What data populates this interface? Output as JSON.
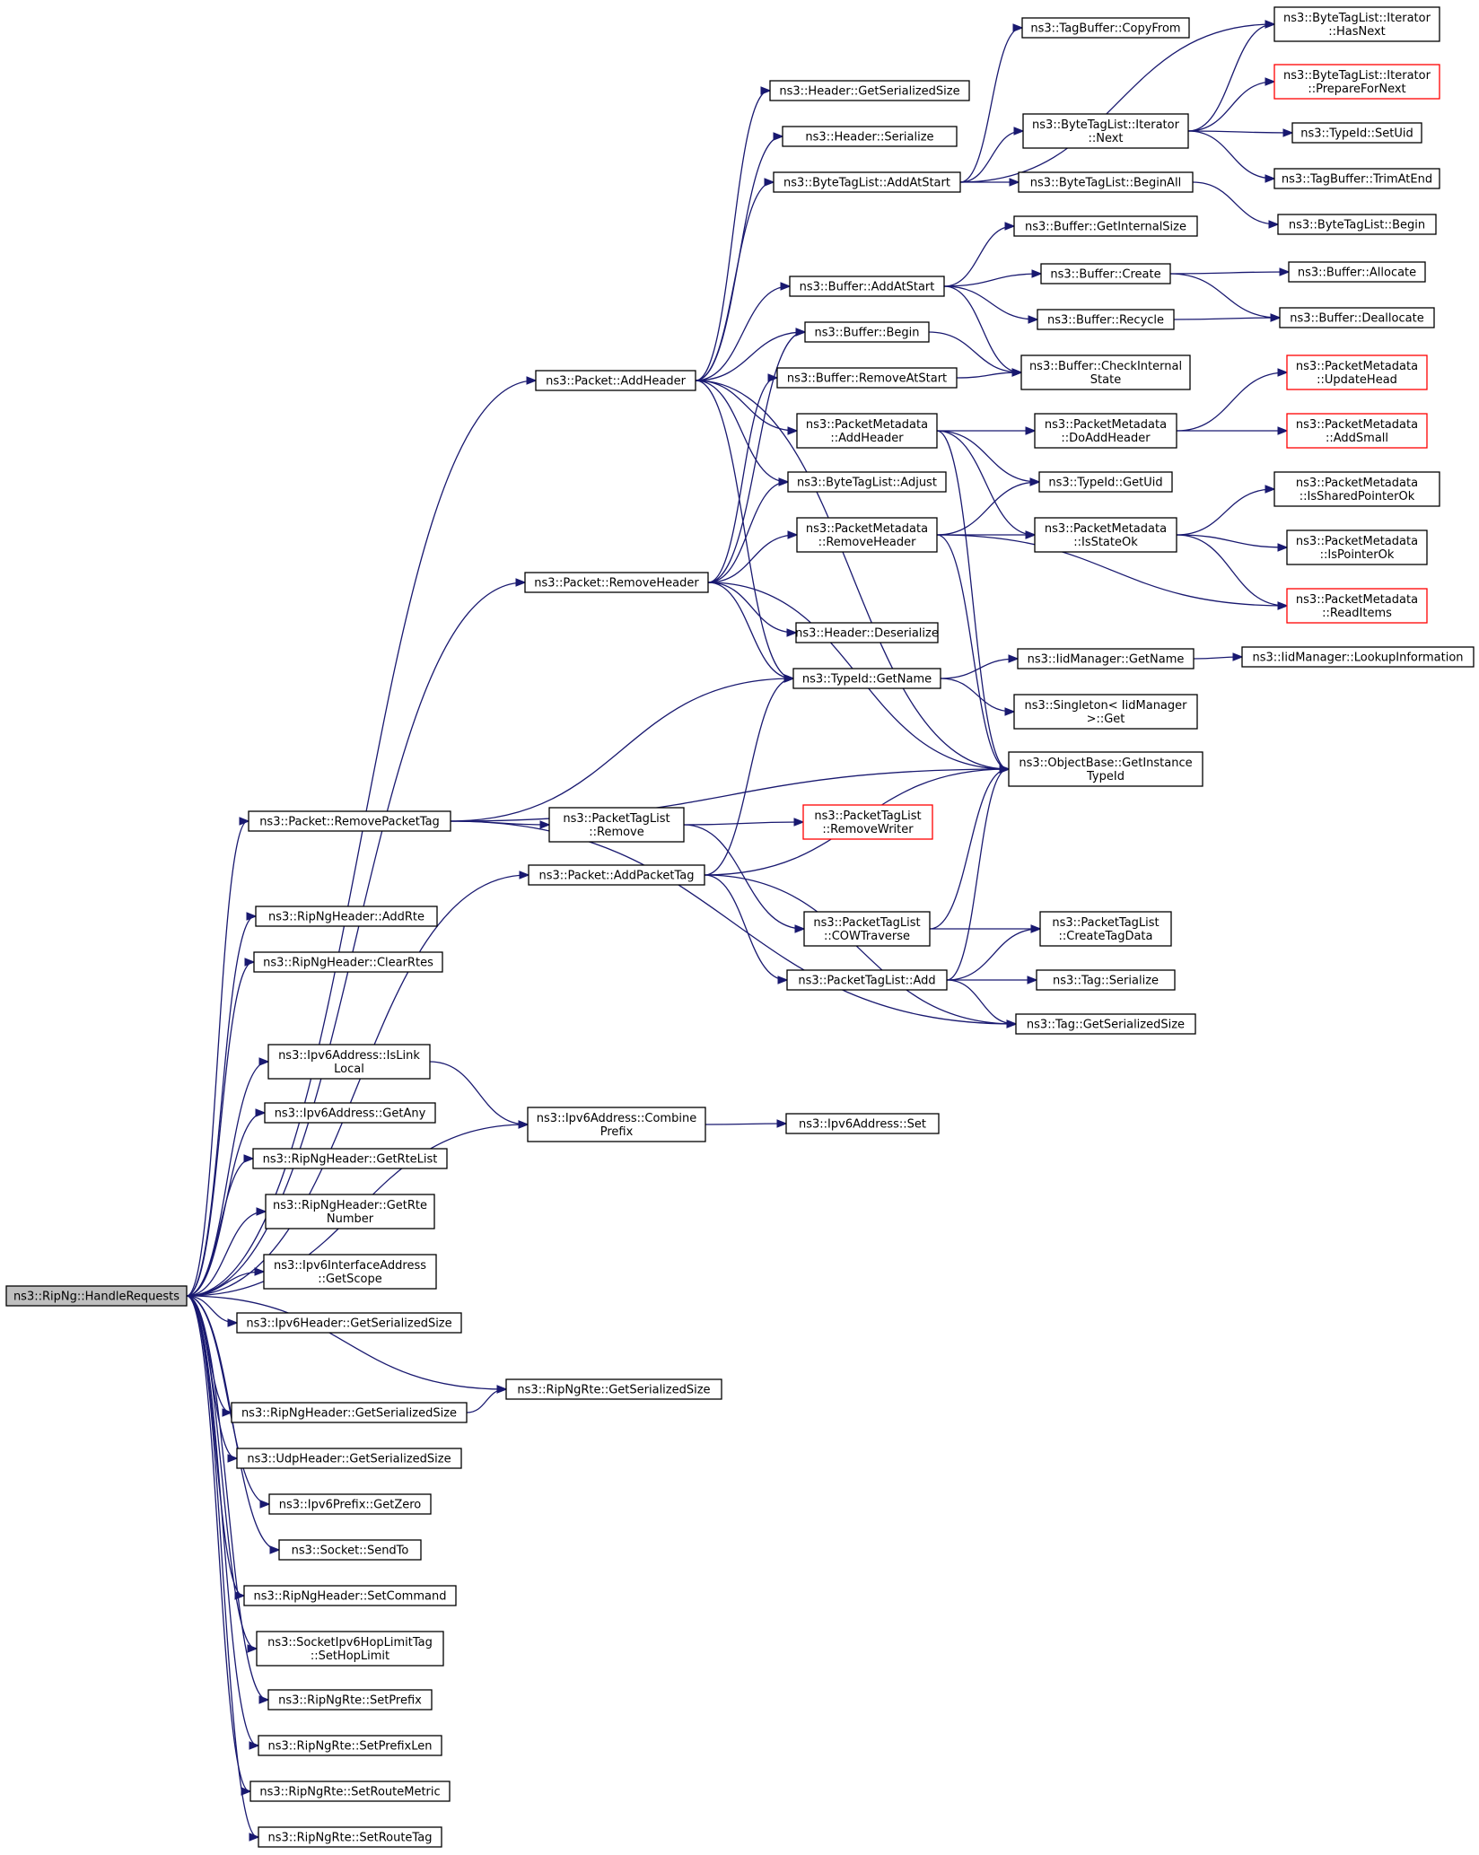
{
  "colors": {
    "edge": "#191970",
    "root_fill": "#bfbfbf",
    "border": "#000000",
    "red_border": "#ff0000"
  },
  "nodes": {
    "handle_requests": {
      "lines": [
        "ns3::RipNg::HandleRequests"
      ]
    },
    "packet_addheader": {
      "lines": [
        "ns3::Packet::AddHeader"
      ]
    },
    "packet_removeheader": {
      "lines": [
        "ns3::Packet::RemoveHeader"
      ]
    },
    "packet_removepackettag": {
      "lines": [
        "ns3::Packet::RemovePacketTag"
      ]
    },
    "packet_addpackettag": {
      "lines": [
        "ns3::Packet::AddPacketTag"
      ]
    },
    "ripngheader_addrte": {
      "lines": [
        "ns3::RipNgHeader::AddRte"
      ]
    },
    "ripngheader_clearrtes": {
      "lines": [
        "ns3::RipNgHeader::ClearRtes"
      ]
    },
    "ipv6address_islinklocal": {
      "lines": [
        "ns3::Ipv6Address::IsLink",
        "Local"
      ]
    },
    "ipv6address_getany": {
      "lines": [
        "ns3::Ipv6Address::GetAny"
      ]
    },
    "ripngheader_getrtelist": {
      "lines": [
        "ns3::RipNgHeader::GetRteList"
      ]
    },
    "ripngheader_getrtenumber": {
      "lines": [
        "ns3::RipNgHeader::GetRte",
        "Number"
      ]
    },
    "ipv6interfaceaddress_getscope": {
      "lines": [
        "ns3::Ipv6InterfaceAddress",
        "::GetScope"
      ]
    },
    "ipv6header_getserializedsize": {
      "lines": [
        "ns3::Ipv6Header::GetSerializedSize"
      ]
    },
    "ripngrte_getserializedsize": {
      "lines": [
        "ns3::RipNgRte::GetSerializedSize"
      ]
    },
    "ripngheader_getserializedsize": {
      "lines": [
        "ns3::RipNgHeader::GetSerializedSize"
      ]
    },
    "udpheader_getserializedsize": {
      "lines": [
        "ns3::UdpHeader::GetSerializedSize"
      ]
    },
    "ipv6prefix_getzero": {
      "lines": [
        "ns3::Ipv6Prefix::GetZero"
      ]
    },
    "socket_sendto": {
      "lines": [
        "ns3::Socket::SendTo"
      ]
    },
    "ripngheader_setcommand": {
      "lines": [
        "ns3::RipNgHeader::SetCommand"
      ]
    },
    "socketipv6hoplimittag_sethoplimit": {
      "lines": [
        "ns3::SocketIpv6HopLimitTag",
        "::SetHopLimit"
      ]
    },
    "ripngrte_setprefix": {
      "lines": [
        "ns3::RipNgRte::SetPrefix"
      ]
    },
    "ripngrte_setprefixlen": {
      "lines": [
        "ns3::RipNgRte::SetPrefixLen"
      ]
    },
    "ripngrte_setroutemetric": {
      "lines": [
        "ns3::RipNgRte::SetRouteMetric"
      ]
    },
    "ripngrte_setroutetag": {
      "lines": [
        "ns3::RipNgRte::SetRouteTag"
      ]
    },
    "ipv6address_combineprefix": {
      "lines": [
        "ns3::Ipv6Address::Combine",
        "Prefix"
      ]
    },
    "ipv6address_set": {
      "lines": [
        "ns3::Ipv6Address::Set"
      ]
    },
    "header_getserializedsize": {
      "lines": [
        "ns3::Header::GetSerializedSize"
      ]
    },
    "header_serialize": {
      "lines": [
        "ns3::Header::Serialize"
      ]
    },
    "bytetaglist_addatstart": {
      "lines": [
        "ns3::ByteTagList::AddAtStart"
      ]
    },
    "buffer_addatstart": {
      "lines": [
        "ns3::Buffer::AddAtStart"
      ]
    },
    "buffer_begin": {
      "lines": [
        "ns3::Buffer::Begin"
      ]
    },
    "buffer_removeatstart": {
      "lines": [
        "ns3::Buffer::RemoveAtStart"
      ]
    },
    "packetmetadata_addheader": {
      "lines": [
        "ns3::PacketMetadata",
        "::AddHeader"
      ]
    },
    "bytetaglist_adjust": {
      "lines": [
        "ns3::ByteTagList::Adjust"
      ]
    },
    "packetmetadata_removeheader": {
      "lines": [
        "ns3::PacketMetadata",
        "::RemoveHeader"
      ]
    },
    "header_deserialize": {
      "lines": [
        "ns3::Header::Deserialize"
      ]
    },
    "typeid_getname": {
      "lines": [
        "ns3::TypeId::GetName"
      ]
    },
    "packettaglist_remove": {
      "lines": [
        "ns3::PacketTagList",
        "::Remove"
      ]
    },
    "packettaglist_cowtraverse": {
      "lines": [
        "ns3::PacketTagList",
        "::COWTraverse"
      ]
    },
    "packettaglist_add": {
      "lines": [
        "ns3::PacketTagList::Add"
      ]
    },
    "tagbuffer_copyfrom": {
      "lines": [
        "ns3::TagBuffer::CopyFrom"
      ]
    },
    "bytetaglist_iterator_next": {
      "lines": [
        "ns3::ByteTagList::Iterator",
        "::Next"
      ]
    },
    "bytetaglist_beginall": {
      "lines": [
        "ns3::ByteTagList::BeginAll"
      ]
    },
    "buffer_getinternalsize": {
      "lines": [
        "ns3::Buffer::GetInternalSize"
      ]
    },
    "buffer_create": {
      "lines": [
        "ns3::Buffer::Create"
      ]
    },
    "buffer_recycle": {
      "lines": [
        "ns3::Buffer::Recycle"
      ]
    },
    "buffer_checkinternalstate": {
      "lines": [
        "ns3::Buffer::CheckInternal",
        "State"
      ]
    },
    "packetmetadata_doaddheader": {
      "lines": [
        "ns3::PacketMetadata",
        "::DoAddHeader"
      ]
    },
    "typeid_getuid": {
      "lines": [
        "ns3::TypeId::GetUid"
      ]
    },
    "packetmetadata_isstateok": {
      "lines": [
        "ns3::PacketMetadata",
        "::IsStateOk"
      ]
    },
    "iidmanager_getname": {
      "lines": [
        "ns3::IidManager::GetName"
      ]
    },
    "singleton_get": {
      "lines": [
        "ns3::Singleton< IidManager",
        " >::Get"
      ]
    },
    "objectbase_getinstancetypeid": {
      "lines": [
        "ns3::ObjectBase::GetInstance",
        "TypeId"
      ]
    },
    "packettaglist_removewriter": {
      "lines": [
        "ns3::PacketTagList",
        "::RemoveWriter"
      ]
    },
    "packettaglist_createtagdata": {
      "lines": [
        "ns3::PacketTagList",
        "::CreateTagData"
      ]
    },
    "tag_serialize": {
      "lines": [
        "ns3::Tag::Serialize"
      ]
    },
    "tag_getserializedsize": {
      "lines": [
        "ns3::Tag::GetSerializedSize"
      ]
    },
    "bytetaglist_iterator_hasnext": {
      "lines": [
        "ns3::ByteTagList::Iterator",
        "::HasNext"
      ]
    },
    "bytetaglist_iterator_preparefornext": {
      "lines": [
        "ns3::ByteTagList::Iterator",
        "::PrepareForNext"
      ]
    },
    "typeid_setuid": {
      "lines": [
        "ns3::TypeId::SetUid"
      ]
    },
    "tagbuffer_trimatend": {
      "lines": [
        "ns3::TagBuffer::TrimAtEnd"
      ]
    },
    "bytetaglist_begin": {
      "lines": [
        "ns3::ByteTagList::Begin"
      ]
    },
    "buffer_allocate": {
      "lines": [
        "ns3::Buffer::Allocate"
      ]
    },
    "buffer_deallocate": {
      "lines": [
        "ns3::Buffer::Deallocate"
      ]
    },
    "packetmetadata_updatehead": {
      "lines": [
        "ns3::PacketMetadata",
        "::UpdateHead"
      ]
    },
    "packetmetadata_addsmall": {
      "lines": [
        "ns3::PacketMetadata",
        "::AddSmall"
      ]
    },
    "packetmetadata_issharedpointerok": {
      "lines": [
        "ns3::PacketMetadata",
        "::IsSharedPointerOk"
      ]
    },
    "packetmetadata_ispointerok": {
      "lines": [
        "ns3::PacketMetadata",
        "::IsPointerOk"
      ]
    },
    "packetmetadata_readitems": {
      "lines": [
        "ns3::PacketMetadata",
        "::ReadItems"
      ]
    },
    "iidmanager_lookupinformation": {
      "lines": [
        "ns3::IidManager::LookupInformation"
      ]
    }
  },
  "edges": [
    [
      "handle_requests",
      "packet_addheader"
    ],
    [
      "handle_requests",
      "packet_removeheader"
    ],
    [
      "handle_requests",
      "packet_removepackettag"
    ],
    [
      "handle_requests",
      "packet_addpackettag"
    ],
    [
      "handle_requests",
      "ripngheader_addrte"
    ],
    [
      "handle_requests",
      "ripngheader_clearrtes"
    ],
    [
      "handle_requests",
      "ipv6address_islinklocal"
    ],
    [
      "handle_requests",
      "ipv6address_getany"
    ],
    [
      "handle_requests",
      "ripngheader_getrtelist"
    ],
    [
      "handle_requests",
      "ripngheader_getrtenumber"
    ],
    [
      "handle_requests",
      "ipv6interfaceaddress_getscope"
    ],
    [
      "handle_requests",
      "ipv6header_getserializedsize"
    ],
    [
      "handle_requests",
      "ripngrte_getserializedsize"
    ],
    [
      "handle_requests",
      "ripngheader_getserializedsize"
    ],
    [
      "handle_requests",
      "udpheader_getserializedsize"
    ],
    [
      "handle_requests",
      "ipv6prefix_getzero"
    ],
    [
      "handle_requests",
      "socket_sendto"
    ],
    [
      "handle_requests",
      "ripngheader_setcommand"
    ],
    [
      "handle_requests",
      "socketipv6hoplimittag_sethoplimit"
    ],
    [
      "handle_requests",
      "ripngrte_setprefix"
    ],
    [
      "handle_requests",
      "ripngrte_setprefixlen"
    ],
    [
      "handle_requests",
      "ripngrte_setroutemetric"
    ],
    [
      "handle_requests",
      "ripngrte_setroutetag"
    ],
    [
      "handle_requests",
      "ipv6address_combineprefix"
    ],
    [
      "packet_addheader",
      "header_getserializedsize"
    ],
    [
      "packet_addheader",
      "header_serialize"
    ],
    [
      "packet_addheader",
      "bytetaglist_addatstart"
    ],
    [
      "packet_addheader",
      "buffer_addatstart"
    ],
    [
      "packet_addheader",
      "buffer_begin"
    ],
    [
      "packet_addheader",
      "packetmetadata_addheader"
    ],
    [
      "packet_addheader",
      "bytetaglist_adjust"
    ],
    [
      "packet_addheader",
      "typeid_getname"
    ],
    [
      "packet_addheader",
      "objectbase_getinstancetypeid"
    ],
    [
      "packet_removeheader",
      "buffer_begin"
    ],
    [
      "packet_removeheader",
      "buffer_removeatstart"
    ],
    [
      "packet_removeheader",
      "bytetaglist_adjust"
    ],
    [
      "packet_removeheader",
      "packetmetadata_removeheader"
    ],
    [
      "packet_removeheader",
      "header_deserialize"
    ],
    [
      "packet_removeheader",
      "typeid_getname"
    ],
    [
      "packet_removeheader",
      "objectbase_getinstancetypeid"
    ],
    [
      "packet_removepackettag",
      "typeid_getname"
    ],
    [
      "packet_removepackettag",
      "objectbase_getinstancetypeid"
    ],
    [
      "packet_removepackettag",
      "packettaglist_remove"
    ],
    [
      "packet_removepackettag",
      "tag_getserializedsize"
    ],
    [
      "packet_addpackettag",
      "typeid_getname"
    ],
    [
      "packet_addpackettag",
      "objectbase_getinstancetypeid"
    ],
    [
      "packet_addpackettag",
      "packettaglist_add"
    ],
    [
      "packet_addpackettag",
      "tag_getserializedsize"
    ],
    [
      "ipv6address_islinklocal",
      "ipv6address_combineprefix"
    ],
    [
      "ripngheader_getserializedsize",
      "ripngrte_getserializedsize"
    ],
    [
      "ipv6address_combineprefix",
      "ipv6address_set"
    ],
    [
      "bytetaglist_addatstart",
      "tagbuffer_copyfrom"
    ],
    [
      "bytetaglist_addatstart",
      "bytetaglist_iterator_hasnext"
    ],
    [
      "bytetaglist_addatstart",
      "bytetaglist_iterator_next"
    ],
    [
      "bytetaglist_addatstart",
      "bytetaglist_beginall"
    ],
    [
      "bytetaglist_iterator_next",
      "bytetaglist_iterator_hasnext"
    ],
    [
      "bytetaglist_iterator_next",
      "bytetaglist_iterator_preparefornext"
    ],
    [
      "bytetaglist_iterator_next",
      "typeid_setuid"
    ],
    [
      "bytetaglist_iterator_next",
      "tagbuffer_trimatend"
    ],
    [
      "bytetaglist_beginall",
      "bytetaglist_begin"
    ],
    [
      "buffer_addatstart",
      "buffer_getinternalsize"
    ],
    [
      "buffer_addatstart",
      "buffer_create"
    ],
    [
      "buffer_addatstart",
      "buffer_recycle"
    ],
    [
      "buffer_addatstart",
      "buffer_checkinternalstate"
    ],
    [
      "buffer_create",
      "buffer_allocate"
    ],
    [
      "buffer_create",
      "buffer_deallocate"
    ],
    [
      "buffer_recycle",
      "buffer_deallocate"
    ],
    [
      "buffer_begin",
      "buffer_checkinternalstate"
    ],
    [
      "buffer_removeatstart",
      "buffer_checkinternalstate"
    ],
    [
      "packetmetadata_addheader",
      "packetmetadata_doaddheader"
    ],
    [
      "packetmetadata_addheader",
      "typeid_getuid"
    ],
    [
      "packetmetadata_addheader",
      "packetmetadata_isstateok"
    ],
    [
      "packetmetadata_addheader",
      "objectbase_getinstancetypeid"
    ],
    [
      "packetmetadata_doaddheader",
      "packetmetadata_updatehead"
    ],
    [
      "packetmetadata_doaddheader",
      "packetmetadata_addsmall"
    ],
    [
      "packetmetadata_removeheader",
      "typeid_getuid"
    ],
    [
      "packetmetadata_removeheader",
      "packetmetadata_isstateok"
    ],
    [
      "packetmetadata_removeheader",
      "packetmetadata_readitems"
    ],
    [
      "packetmetadata_removeheader",
      "objectbase_getinstancetypeid"
    ],
    [
      "packetmetadata_isstateok",
      "packetmetadata_issharedpointerok"
    ],
    [
      "packetmetadata_isstateok",
      "packetmetadata_ispointerok"
    ],
    [
      "packetmetadata_isstateok",
      "packetmetadata_readitems"
    ],
    [
      "typeid_getname",
      "iidmanager_getname"
    ],
    [
      "typeid_getname",
      "singleton_get"
    ],
    [
      "iidmanager_getname",
      "iidmanager_lookupinformation"
    ],
    [
      "packettaglist_remove",
      "packettaglist_removewriter"
    ],
    [
      "packettaglist_remove",
      "packettaglist_cowtraverse"
    ],
    [
      "packettaglist_cowtraverse",
      "packettaglist_createtagdata"
    ],
    [
      "packettaglist_cowtraverse",
      "objectbase_getinstancetypeid"
    ],
    [
      "packettaglist_add",
      "packettaglist_createtagdata"
    ],
    [
      "packettaglist_add",
      "tag_serialize"
    ],
    [
      "packettaglist_add",
      "tag_getserializedsize"
    ],
    [
      "packettaglist_add",
      "objectbase_getinstancetypeid"
    ]
  ]
}
